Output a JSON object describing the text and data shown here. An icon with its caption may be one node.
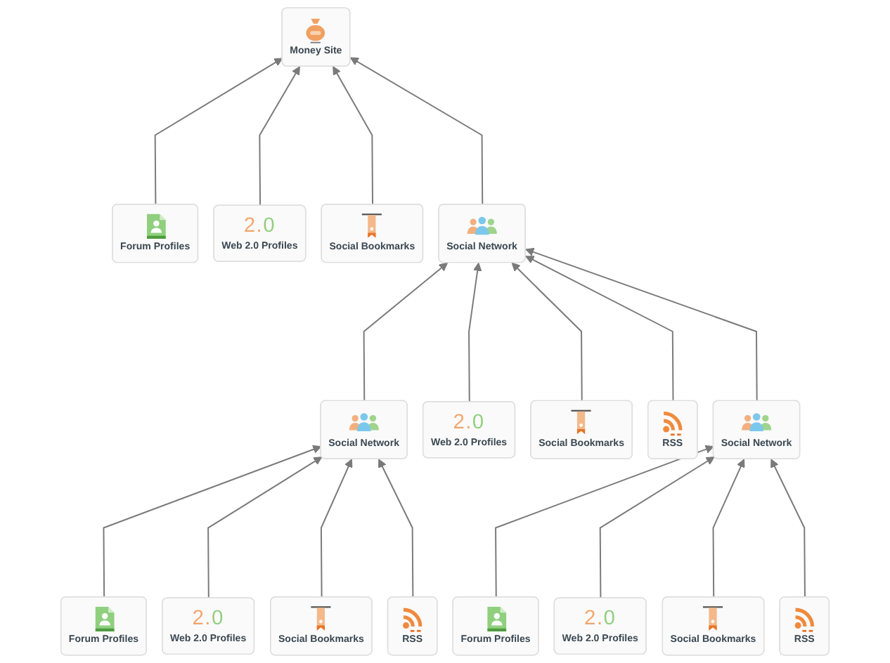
{
  "diagram": {
    "nodes": [
      {
        "text": [
          "Forum Profiles"
        ]
      },
      {
        "text": [
          "2.0",
          "Web 2.0 Profiles"
        ]
      },
      {
        "text": [
          "Money Site"
        ]
      },
      {
        "text": [
          "Social Bookmarks"
        ]
      },
      {
        "text": [
          "Social Network"
        ]
      },
      {
        "text": [
          "2.0",
          "Web 2.0 Profiles"
        ]
      },
      {
        "text": [
          "Social Bookmarks"
        ]
      },
      {
        "text": [
          "RSS"
        ]
      },
      {
        "text": [
          "Social Network"
        ]
      },
      {
        "text": [
          "Social Network"
        ]
      },
      {
        "text": [
          "Forum Profiles"
        ]
      },
      {
        "text": [
          "2.0",
          "Web 2.0 Profiles"
        ]
      },
      {
        "text": [
          "Social Bookmarks"
        ]
      },
      {
        "text": [
          "RSS"
        ]
      },
      {
        "text": [
          "Forum Profiles"
        ]
      },
      {
        "text": [
          "2.0",
          "Web 2.0 Profiles"
        ]
      },
      {
        "text": [
          "Social Bookmarks"
        ]
      },
      {
        "text": [
          "RSS"
        ]
      }
    ],
    "edges": [
      {
        "from": 0,
        "to": 2,
        "arrow": "to"
      },
      {
        "from": 1,
        "to": 2,
        "arrow": "to"
      },
      {
        "from": 3,
        "to": 2,
        "arrow": "to"
      },
      {
        "from": 4,
        "to": 2,
        "arrow": "to"
      },
      {
        "from": 8,
        "to": 4,
        "arrow": "to"
      },
      {
        "from": 5,
        "to": 4,
        "arrow": "to"
      },
      {
        "from": 6,
        "to": 4,
        "arrow": "to"
      },
      {
        "from": 7,
        "to": 4,
        "arrow": "to"
      },
      {
        "from": 9,
        "to": 4,
        "arrow": "to"
      },
      {
        "from": 10,
        "to": 8,
        "arrow": "to"
      },
      {
        "from": 11,
        "to": 8,
        "arrow": "to"
      },
      {
        "from": 12,
        "to": 8,
        "arrow": "to"
      },
      {
        "from": 13,
        "to": 8,
        "arrow": "to"
      },
      {
        "from": 14,
        "to": 9,
        "arrow": "to"
      },
      {
        "from": 15,
        "to": 9,
        "arrow": "to"
      },
      {
        "from": 16,
        "to": 9,
        "arrow": "to"
      },
      {
        "from": 17,
        "to": 9,
        "arrow": "to"
      }
    ]
  }
}
